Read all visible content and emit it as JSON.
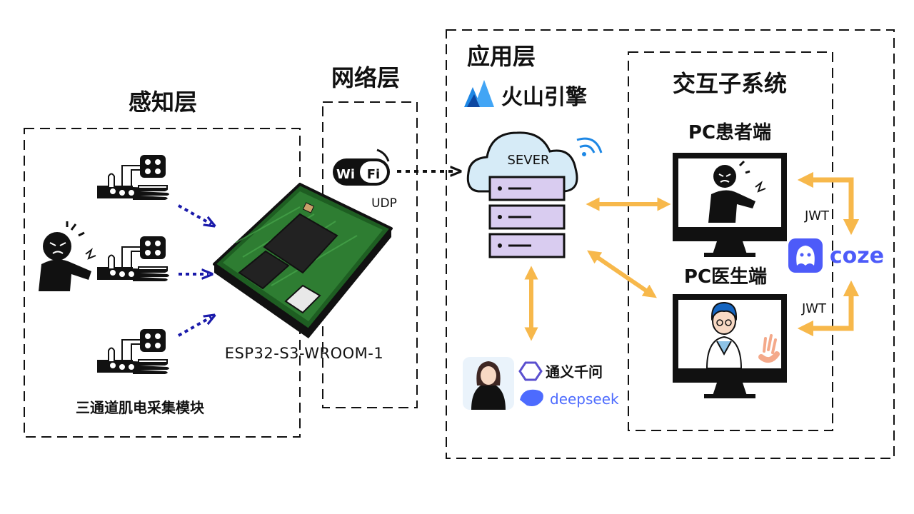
{
  "layers": {
    "perception": {
      "title": "感知层",
      "module_caption": "三通道肌电采集模块",
      "chip_label": "ESP32-S3-WROOM-1"
    },
    "network": {
      "title": "网络层",
      "protocol": "UDP",
      "wifi_text": "Wi Fi"
    },
    "application": {
      "title": "应用层",
      "cloud_brand": "火山引擎",
      "server_label": "SEVER",
      "ai_models": [
        "通义千问",
        "deepseek"
      ]
    },
    "interaction": {
      "title": "交互子系统",
      "patient_client": "PC患者端",
      "doctor_client": "PC医生端",
      "auth_top": "JWT",
      "auth_bottom": "JWT",
      "agent_platform": "coze"
    }
  },
  "colors": {
    "arrow_orange": "#F7B84B",
    "arrow_blue": "#1A1AAA",
    "pcb_green": "#2E7D32",
    "server_purple": "#D9CCF0",
    "coze_blue": "#4D5BF9"
  },
  "icons": [
    "emg-sensor-icon",
    "patient-pain-icon",
    "esp32-chip-icon",
    "wifi-icon",
    "cloud-server-icon",
    "monitor-icon",
    "doctor-icon",
    "coze-logo-icon",
    "qwen-logo-icon",
    "deepseek-logo-icon",
    "volcano-logo-icon",
    "avatar-icon"
  ]
}
